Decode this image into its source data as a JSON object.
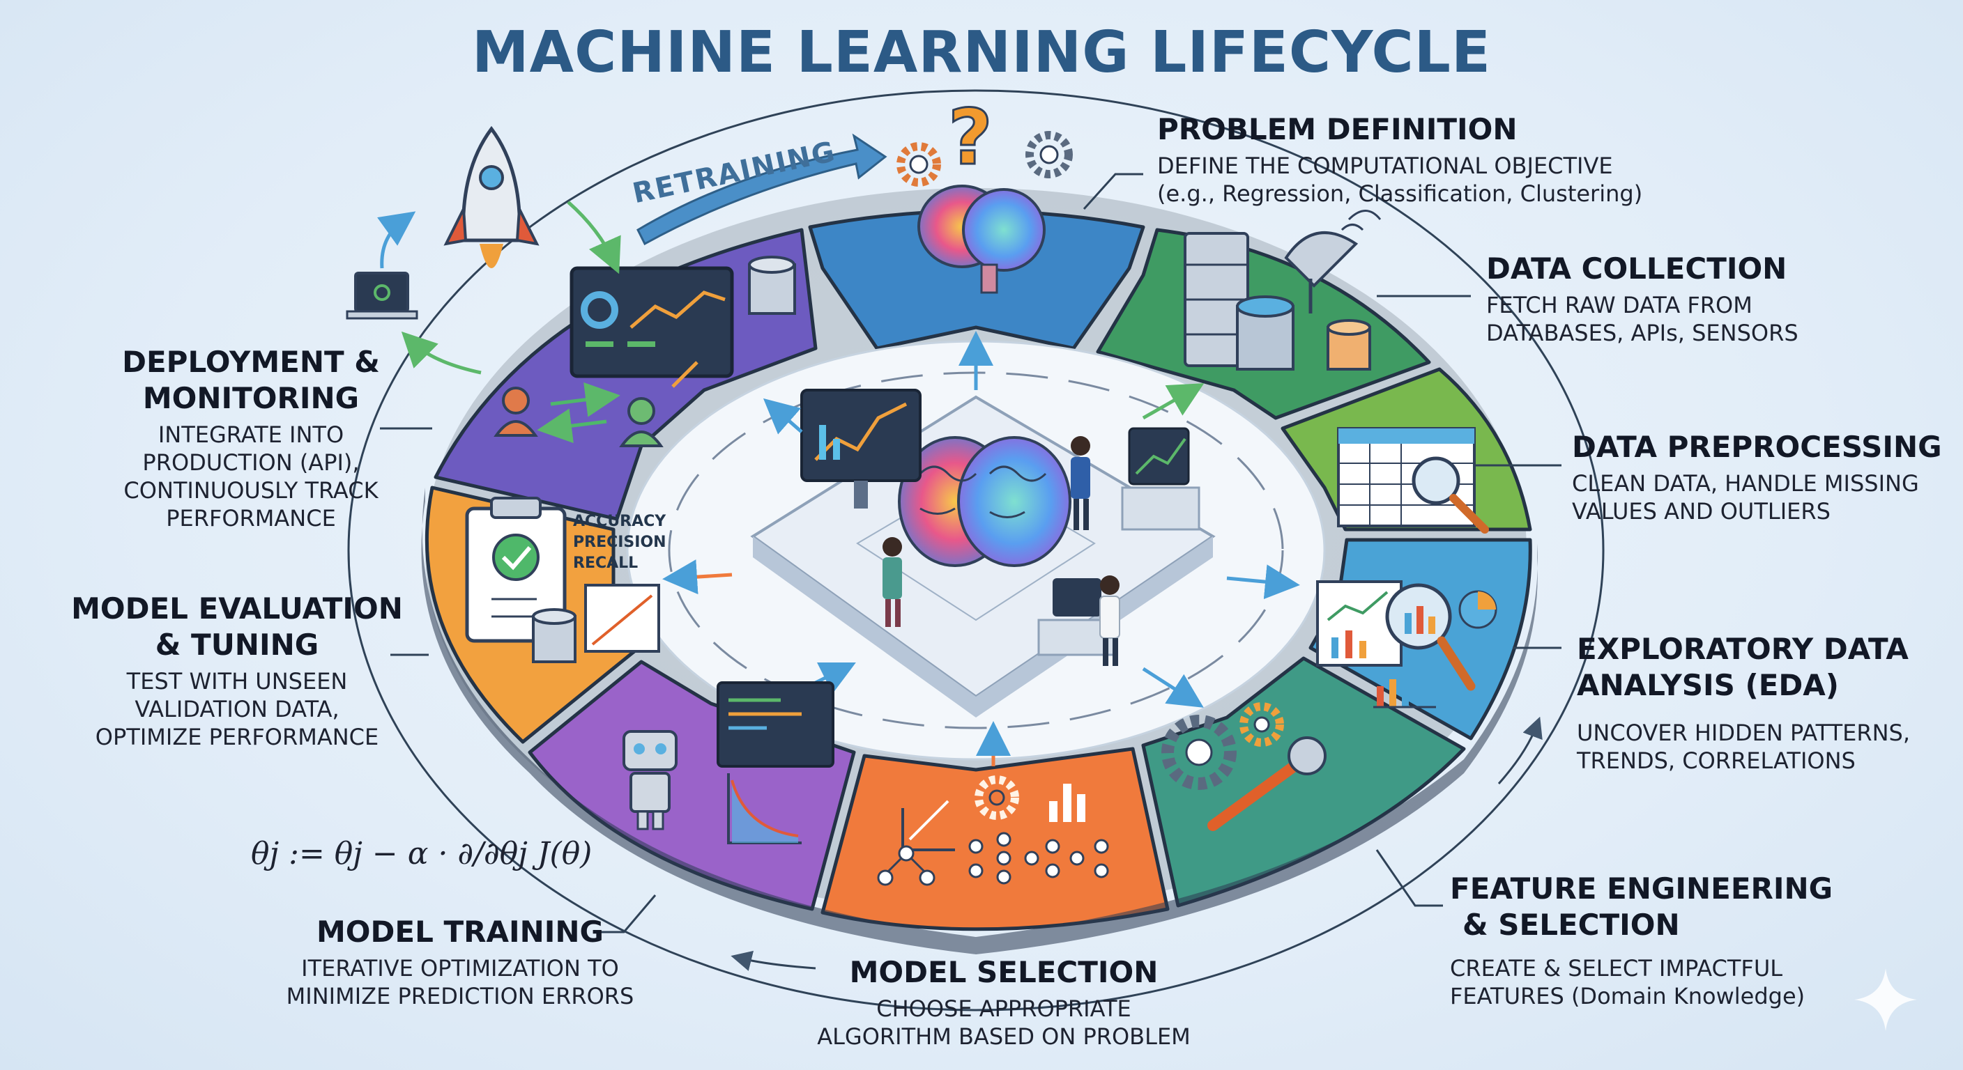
{
  "title": "MACHINE LEARNING LIFECYCLE",
  "retraining_label": "RETRAINING",
  "stages": {
    "problem_definition": {
      "title": "PROBLEM DEFINITION",
      "desc_line1": "DEFINE THE COMPUTATIONAL OBJECTIVE",
      "desc_line2": "(e.g., Regression, Classification, Clustering)",
      "color": "#3d86c6"
    },
    "data_collection": {
      "title": "DATA COLLECTION",
      "desc_line1": "FETCH RAW DATA FROM",
      "desc_line2": "DATABASES, APIs, SENSORS",
      "color": "#3f9b63"
    },
    "data_preprocessing": {
      "title": "DATA PREPROCESSING",
      "desc_line1": "CLEAN DATA, HANDLE MISSING",
      "desc_line2": "VALUES AND OUTLIERS",
      "color": "#79b84e"
    },
    "eda": {
      "title_line1": "EXPLORATORY DATA",
      "title_line2": "ANALYSIS (EDA)",
      "desc_line1": "UNCOVER HIDDEN PATTERNS,",
      "desc_line2": "TRENDS, CORRELATIONS",
      "color": "#4aa3d6"
    },
    "feature_engineering": {
      "title_line1": "FEATURE ENGINEERING",
      "title_line2": "& SELECTION",
      "desc_line1": "CREATE & SELECT IMPACTFUL",
      "desc_line2": "FEATURES (Domain Knowledge)",
      "color": "#3f9a86"
    },
    "model_selection": {
      "title": "MODEL SELECTION",
      "desc_line1": "CHOOSE APPROPRIATE",
      "desc_line2": "ALGORITHM BASED ON PROBLEM",
      "color": "#f07a3c"
    },
    "model_training": {
      "title": "MODEL TRAINING",
      "desc_line1": "ITERATIVE OPTIMIZATION TO",
      "desc_line2": "MINIMIZE PREDICTION ERRORS",
      "color": "#9a63c9"
    },
    "model_evaluation": {
      "title_line1": "MODEL EVALUATION",
      "title_line2": "& TUNING",
      "desc_line1": "TEST WITH UNSEEN",
      "desc_line2": "VALIDATION DATA,",
      "desc_line3": "OPTIMIZE PERFORMANCE",
      "color": "#f2a13f"
    },
    "deployment": {
      "title_line1": "DEPLOYMENT &",
      "title_line2": "MONITORING",
      "desc_line1": "INTEGRATE INTO",
      "desc_line2": "PRODUCTION (API),",
      "desc_line3": "CONTINUOUSLY TRACK",
      "desc_line4": "PERFORMANCE",
      "color": "#6d5bc0"
    }
  },
  "metrics": {
    "line1": "ACCURACY",
    "line2": "PRECISION",
    "line3": "RECALL"
  },
  "formula": "θj := θj − α · ∂/∂θj J(θ)"
}
